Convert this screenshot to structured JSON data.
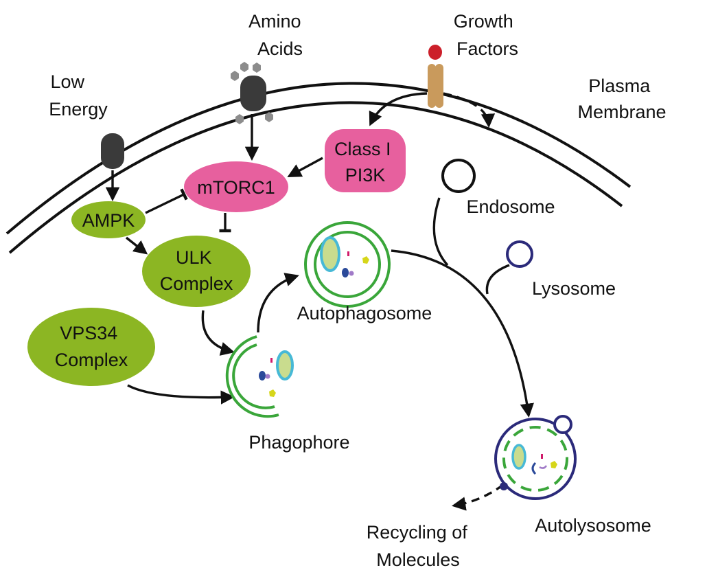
{
  "inputs": {
    "low_energy": [
      "Low",
      "Energy"
    ],
    "amino_acids": [
      "Amino",
      "Acids"
    ],
    "growth_factors": [
      "Growth",
      "Factors"
    ],
    "plasma_membrane": [
      "Plasma",
      "Membrane"
    ]
  },
  "nodes": {
    "ampk": "AMPK",
    "mtorc1": "mTORC1",
    "class1_pi3k": [
      "Class I",
      "PI3K"
    ],
    "ulk_complex": [
      "ULK",
      "Complex"
    ],
    "vps34_complex": [
      "VPS34",
      "Complex"
    ]
  },
  "organelles": {
    "endosome": "Endosome",
    "lysosome": "Lysosome",
    "autophagosome": "Autophagosome",
    "phagophore": "Phagophore",
    "autolysosome": "Autolysosome",
    "recycling": [
      "Recycling of",
      "Molecules"
    ]
  },
  "colors": {
    "green_node": "#8cb623",
    "pink_node": "#e7609e",
    "membrane_green": "#3aa63a",
    "lysosome_blue": "#2b2a7a",
    "receptor_dark": "#3a3a3a",
    "receptor_tan": "#c99a5c",
    "growth_factor_red": "#cc1f2a",
    "mito_cyan": "#47b9d6",
    "mito_fill": "#c9dc8e",
    "amino_grey": "#8c8c8c"
  }
}
